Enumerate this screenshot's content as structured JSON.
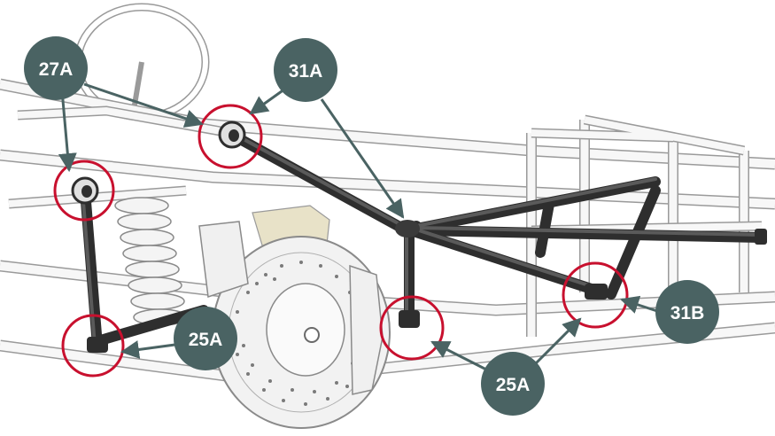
{
  "colors": {
    "callout_fill": "#4a6363",
    "callout_text": "#ffffff",
    "highlight_ring": "#c8102e",
    "dark_part": "#3a3a3a",
    "frame_line": "#8a8a8a",
    "frame_fill": "#f2f2f2",
    "bracket_fill": "#e8e2c8"
  },
  "callouts": [
    {
      "id": "c27A",
      "label": "27A"
    },
    {
      "id": "c31A",
      "label": "31A"
    },
    {
      "id": "c25A_left",
      "label": "25A"
    },
    {
      "id": "c25A_right",
      "label": "25A"
    },
    {
      "id": "c31B",
      "label": "31B"
    }
  ]
}
